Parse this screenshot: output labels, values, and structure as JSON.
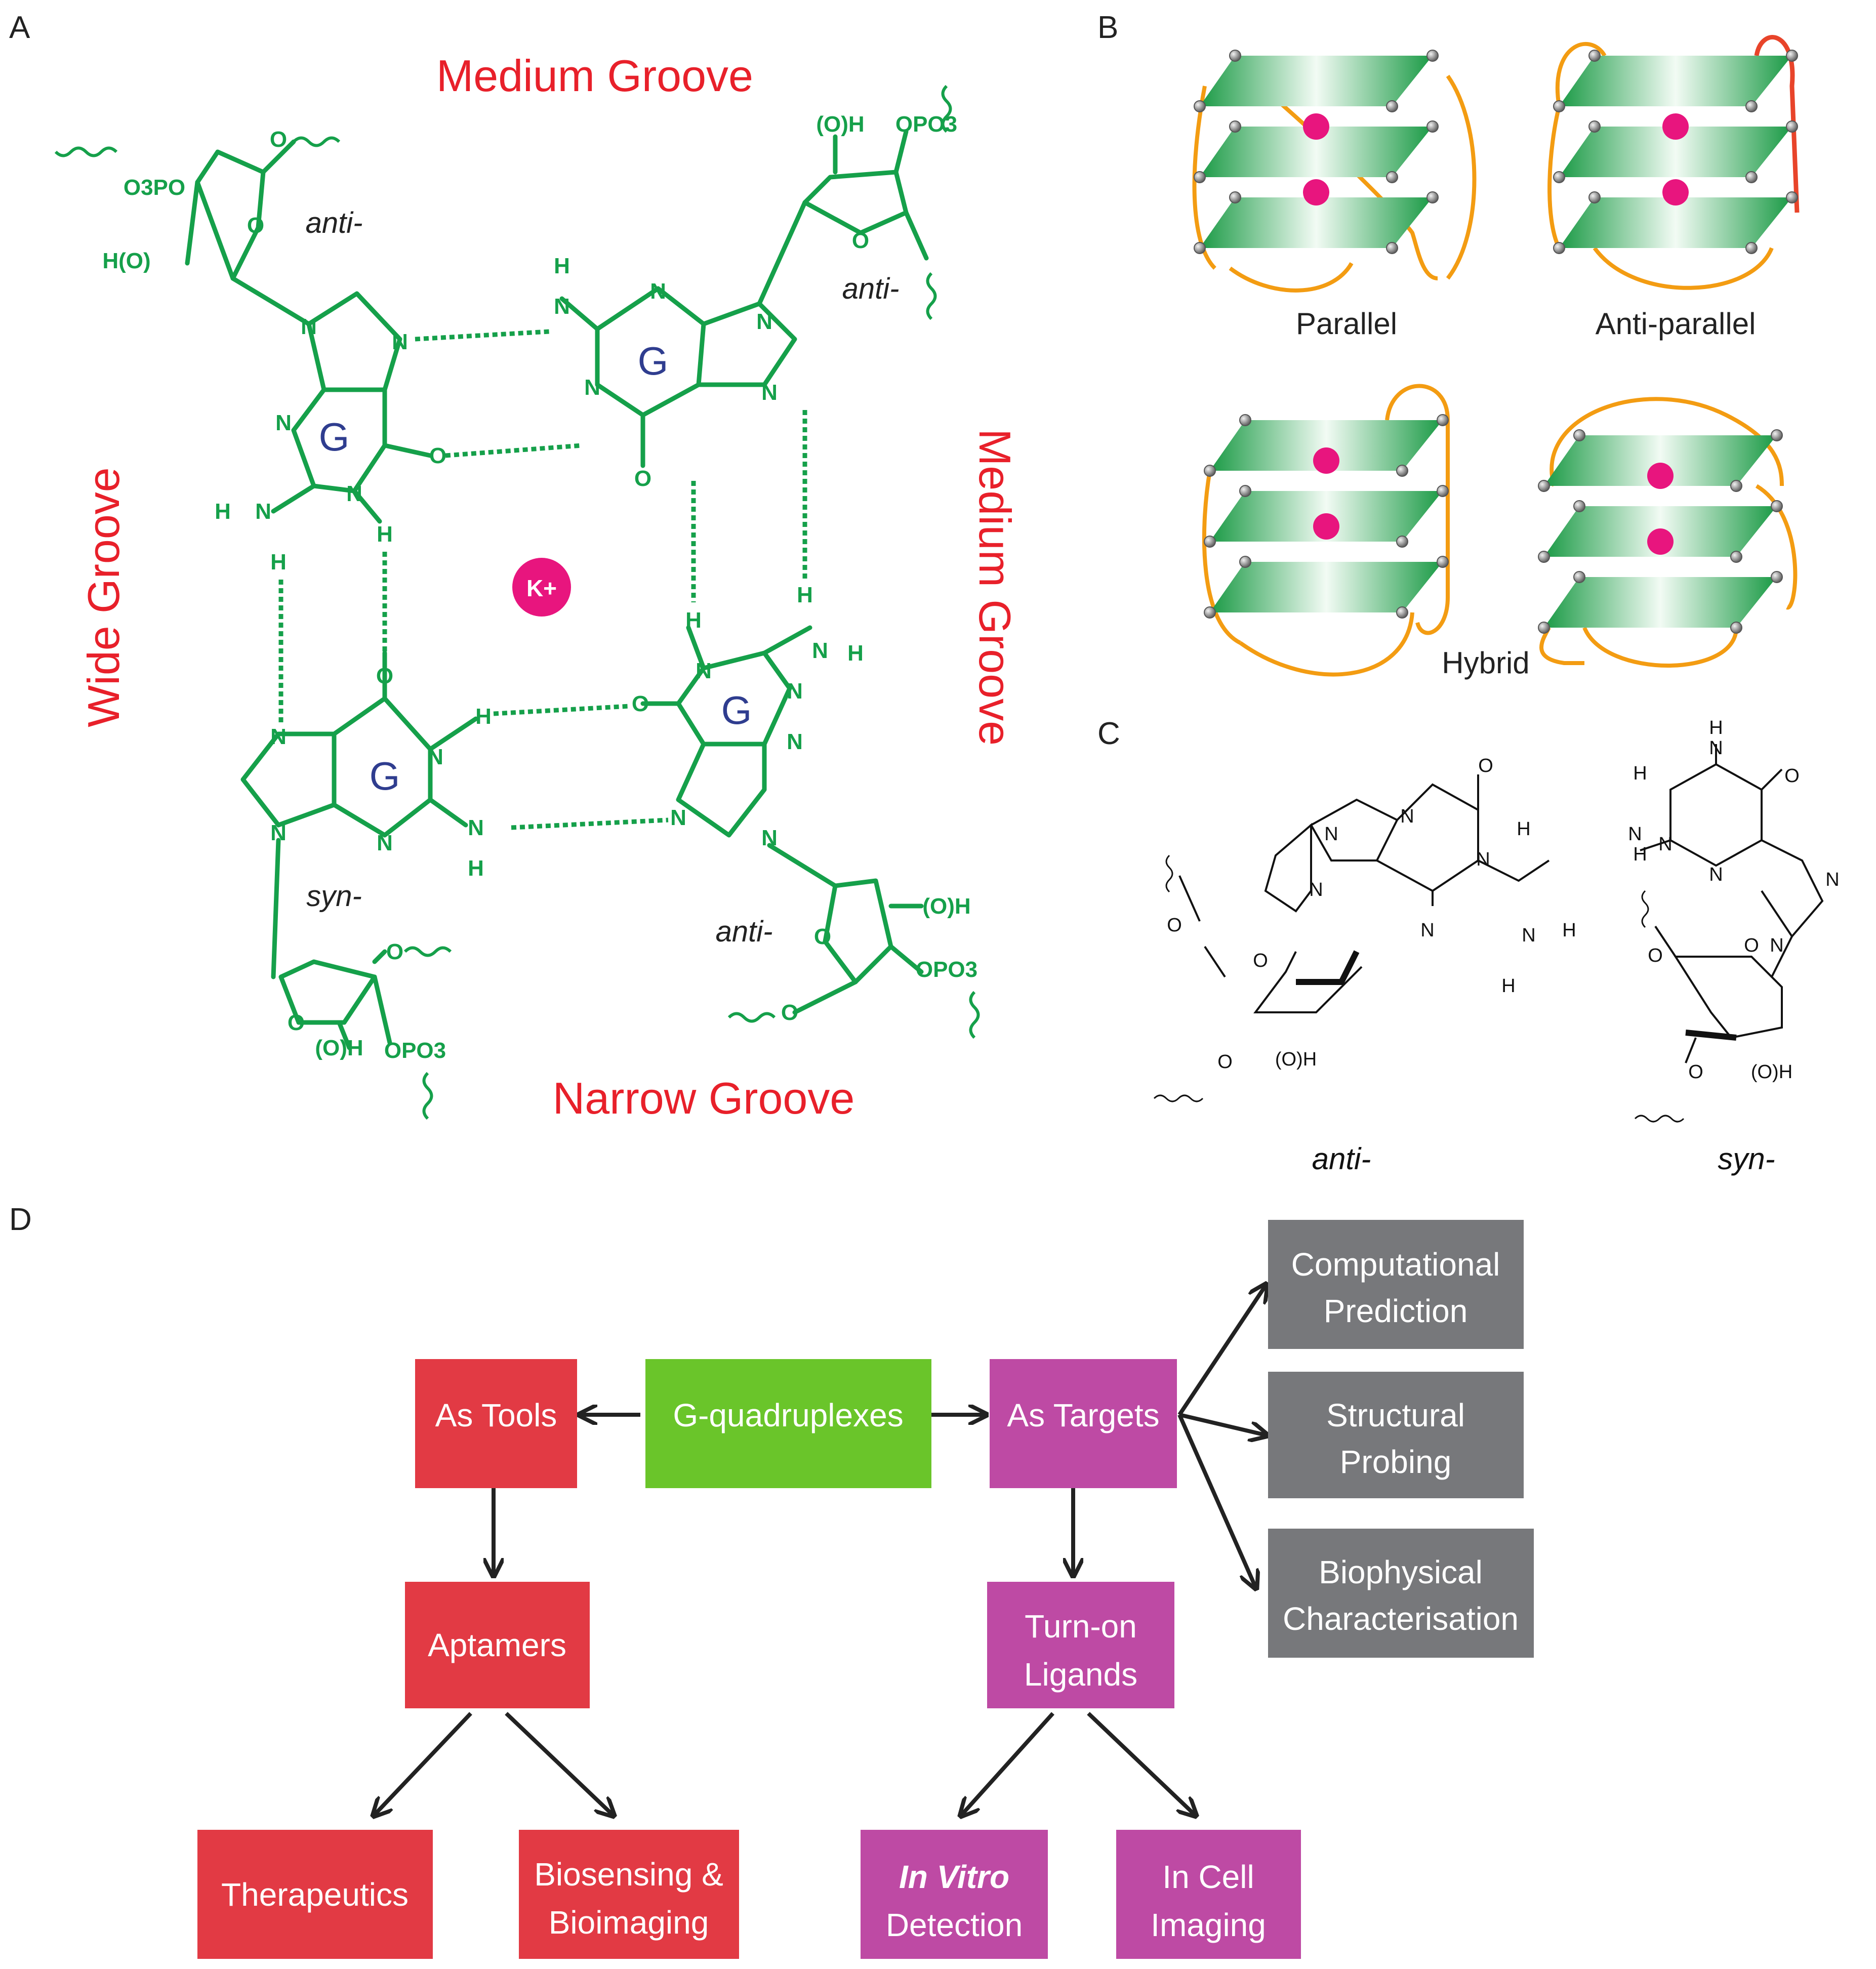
{
  "panels": {
    "a": "A",
    "b": "B",
    "c": "C",
    "d": "D"
  },
  "panel_a": {
    "grooves": {
      "top": "Medium Groove",
      "right": "Medium Groove",
      "left": "Wide Groove",
      "bottom": "Narrow Groove"
    },
    "base_letter": "G",
    "ion": "K+",
    "conformations": {
      "top_left": "anti-",
      "top_right": "anti-",
      "bottom_left": "syn-",
      "bottom_right": "anti-"
    },
    "atoms": {
      "n": "N",
      "h": "H",
      "o": "O",
      "oh": "(O)H",
      "ho": "H(O)",
      "opo3": "OPO3",
      "o3po": "O3PO"
    }
  },
  "panel_b": {
    "labels": {
      "parallel": "Parallel",
      "antiparallel": "Anti-parallel",
      "hybrid": "Hybrid"
    },
    "colors": {
      "plate": "#1a9a45",
      "loop": "#f39c12",
      "loop_highlight": "#e8442a",
      "ion": "#e8157e"
    }
  },
  "panel_c": {
    "anti_label": "anti-",
    "syn_label": "syn-",
    "atoms": {
      "n": "N",
      "h": "H",
      "o": "O",
      "oh": "(O)H"
    }
  },
  "panel_d": {
    "nodes": {
      "center": "G-quadruplexes",
      "tools": "As Tools",
      "targets": "As Targets",
      "aptamers": "Aptamers",
      "ligands_1": "Turn-on",
      "ligands_2": "Ligands",
      "therapeutics": "Therapeutics",
      "biosensing_1": "Biosensing &",
      "biosensing_2": "Bioimaging",
      "invitro_1": "In Vitro",
      "invitro_2": "Detection",
      "incell_1": "In Cell",
      "incell_2": "Imaging",
      "comp_1": "Computational",
      "comp_2": "Prediction",
      "struct_1": "Structural",
      "struct_2": "Probing",
      "bio_1": "Biophysical",
      "bio_2": "Characterisation"
    },
    "colors": {
      "green": "#6ac52a",
      "red": "#e23a44",
      "purple": "#be4aa4",
      "grey": "#77787b"
    }
  }
}
